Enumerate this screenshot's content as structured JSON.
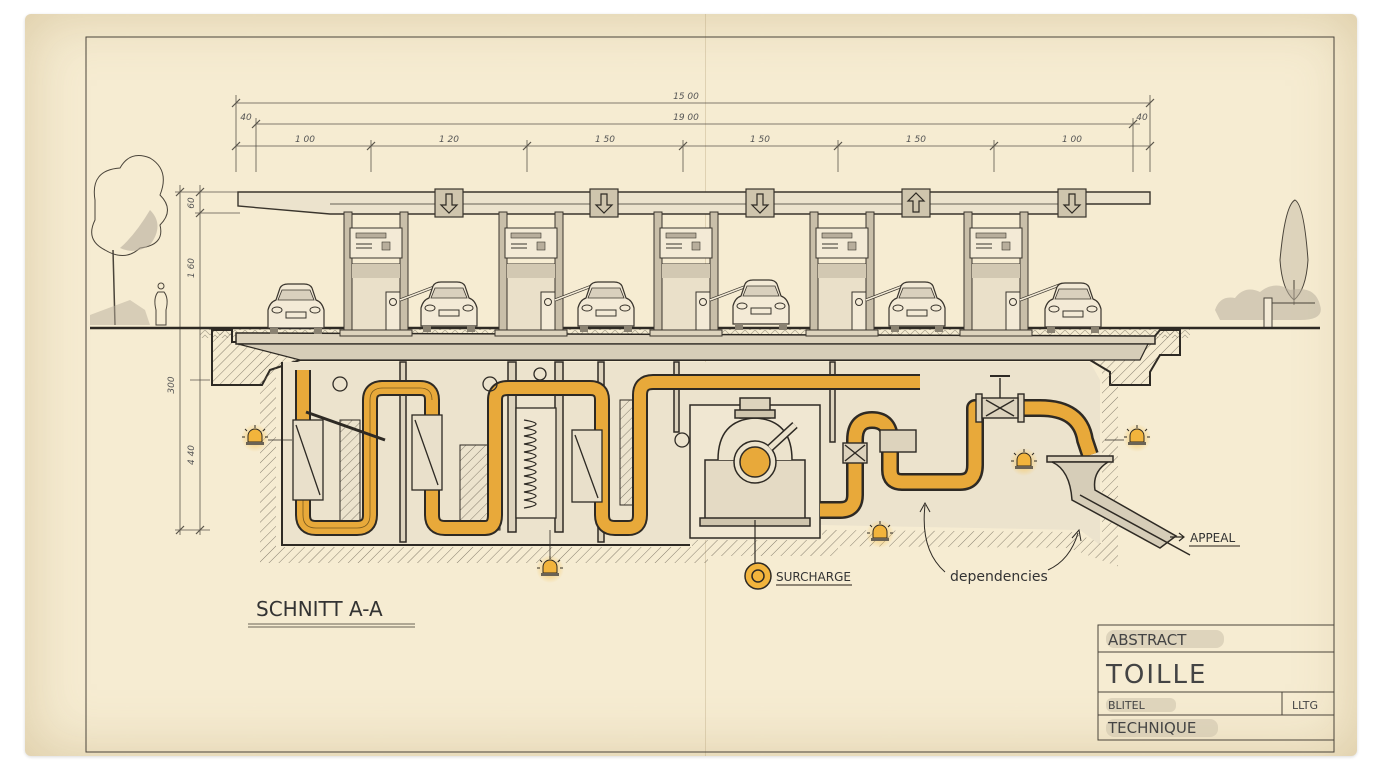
{
  "drawing": {
    "section_title": "SCHNITT A-A",
    "colors": {
      "paper": "#f6ecd2",
      "ink": "#2e2a24",
      "pipe_orange": "#e8a93a",
      "wash_grey": "#b8ae9c",
      "alarm_orange": "#f2b43c"
    }
  },
  "dimensions": {
    "top": {
      "overall_outer": "15 00",
      "overall_inner": "19 00",
      "edge_left": "40",
      "edge_right": "40"
    },
    "segments": [
      "1 00",
      "1 20",
      "1 50",
      "1 50",
      "1 50",
      "1 00"
    ],
    "vertical": [
      "60",
      "1 60",
      "300",
      "4 40"
    ]
  },
  "canopy": {
    "signs": [
      {
        "icon": "arrow-down"
      },
      {
        "icon": "arrow-down"
      },
      {
        "icon": "arrow-down"
      },
      {
        "icon": "arrow-up"
      },
      {
        "icon": "arrow-down"
      }
    ],
    "booths": 5,
    "cars": 6
  },
  "callouts": {
    "surcharge": "SURCHARGE",
    "dependencies": "dependencies",
    "appeal": "APPEAL"
  },
  "title_block": {
    "row1": "ABSTRACT",
    "row2": "TOILLE",
    "row3_left": "BLITEL",
    "row3_right": "LLTG",
    "row4": "TECHNIQUE"
  }
}
